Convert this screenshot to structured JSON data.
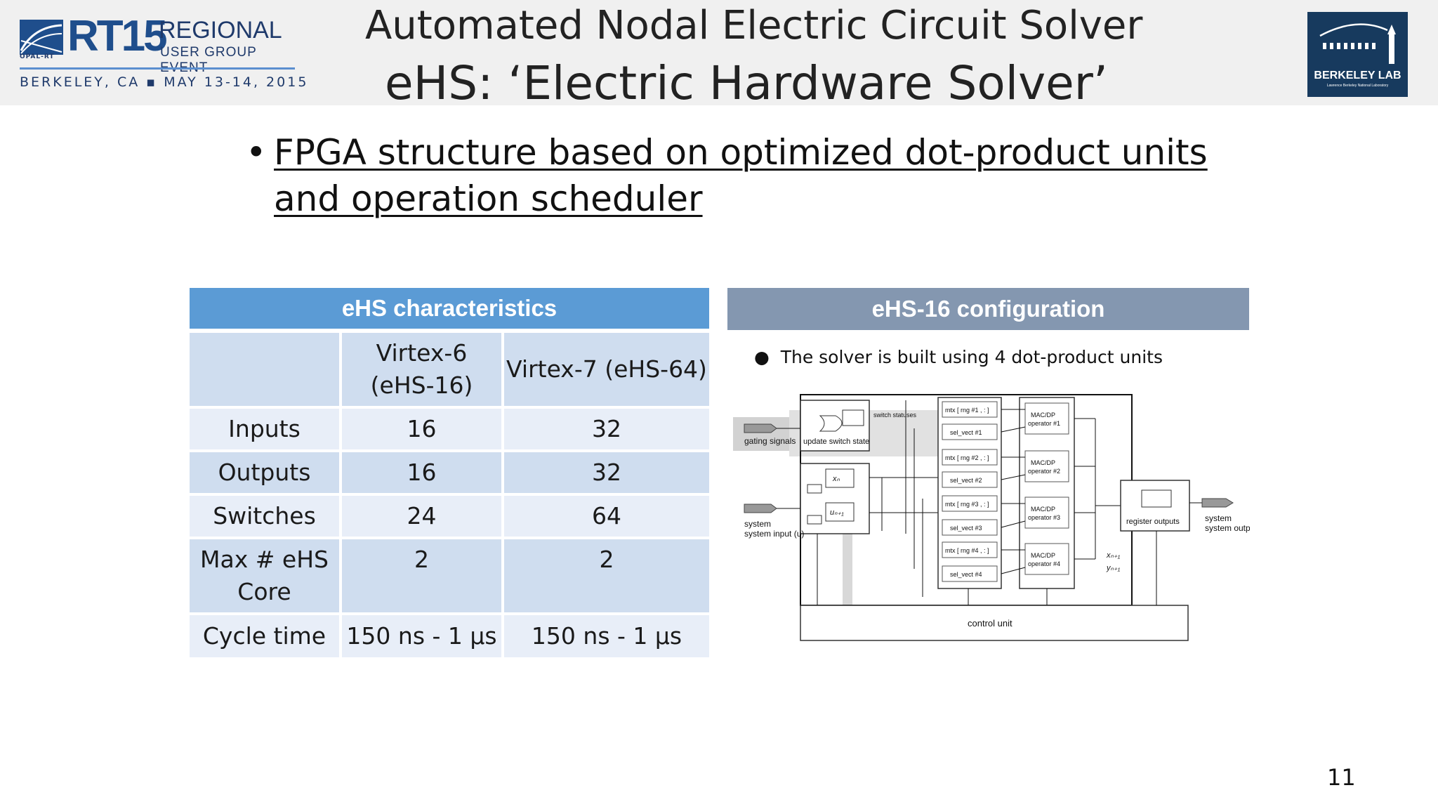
{
  "header": {
    "event_logo": {
      "opal": "OPAL-RT",
      "rt15": "RT15",
      "regional": "REGIONAL",
      "event": "USER GROUP EVENT",
      "date": "BERKELEY, CA ▪ MAY 13-14, 2015"
    },
    "title_line1": "Automated Nodal Electric Circuit Solver",
    "title_line2": "eHS: ‘Electric Hardware Solver’",
    "lab_logo": {
      "name": "BERKELEY LAB",
      "sub": "Lawrence Berkeley National Laboratory"
    }
  },
  "bullet": {
    "marker": "•",
    "text": "FPGA structure based on optimized dot-product units and operation scheduler"
  },
  "table": {
    "title": "eHS characteristics",
    "headers": [
      "",
      "Virtex-6 (eHS-16)",
      "Virtex-7 (eHS-64)"
    ],
    "rows": [
      [
        "Inputs",
        "16",
        "32"
      ],
      [
        "Outputs",
        "16",
        "32"
      ],
      [
        "Switches",
        "24",
        "64"
      ],
      [
        "Max # eHS Core",
        "2",
        "2"
      ],
      [
        "Cycle time",
        "150 ns - 1 µs",
        "150 ns - 1 µs"
      ]
    ]
  },
  "config": {
    "title": "eHS-16 configuration",
    "bullet": "The solver is built using 4 dot-product units",
    "diagram": {
      "gating": "gating signals",
      "update": "update switch state",
      "switch_statuses": "switch statuses",
      "system_input": "system input (u)",
      "x_n": "xₙ",
      "u_n1": "uₙ₊₁",
      "mtx": [
        "mtx [ rng #1 , : ]",
        "mtx [ rng #2 , : ]",
        "mtx [ rng #3 , : ]",
        "mtx [ rng #4 , : ]"
      ],
      "sel": [
        "sel_vect #1",
        "sel_vect #2",
        "sel_vect #3",
        "sel_vect #4"
      ],
      "mac": [
        "MAC/DP operator #1",
        "MAC/DP operator #2",
        "MAC/DP operator #3",
        "MAC/DP operator #4"
      ],
      "register": "register outputs",
      "system_output": "system output (y)",
      "x_n1": "xₙ₊₁",
      "y_n1": "yₙ₊₁",
      "control": "control unit"
    }
  },
  "page_number": "11"
}
